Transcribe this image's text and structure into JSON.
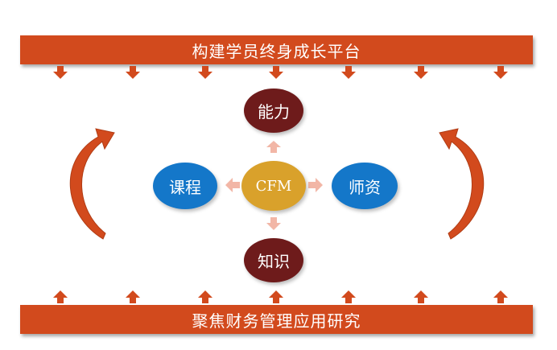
{
  "banners": {
    "top": "构建学员终身成长平台",
    "bottom": "聚焦财务管理应用研究"
  },
  "nodes": {
    "center": "CFM",
    "top": "能力",
    "left": "课程",
    "right": "师资",
    "bottom": "知识"
  },
  "colors": {
    "banner": "#d24a1d",
    "center": "#d9a12b",
    "top_bottom": "#6e1b1b",
    "left_right": "#1477c9",
    "inner_arrows": "#f2b6a6",
    "small_arrows": "#d24a1d"
  },
  "icons": [
    "down-arrow-icon",
    "up-arrow-icon",
    "curved-arrow-icon"
  ]
}
